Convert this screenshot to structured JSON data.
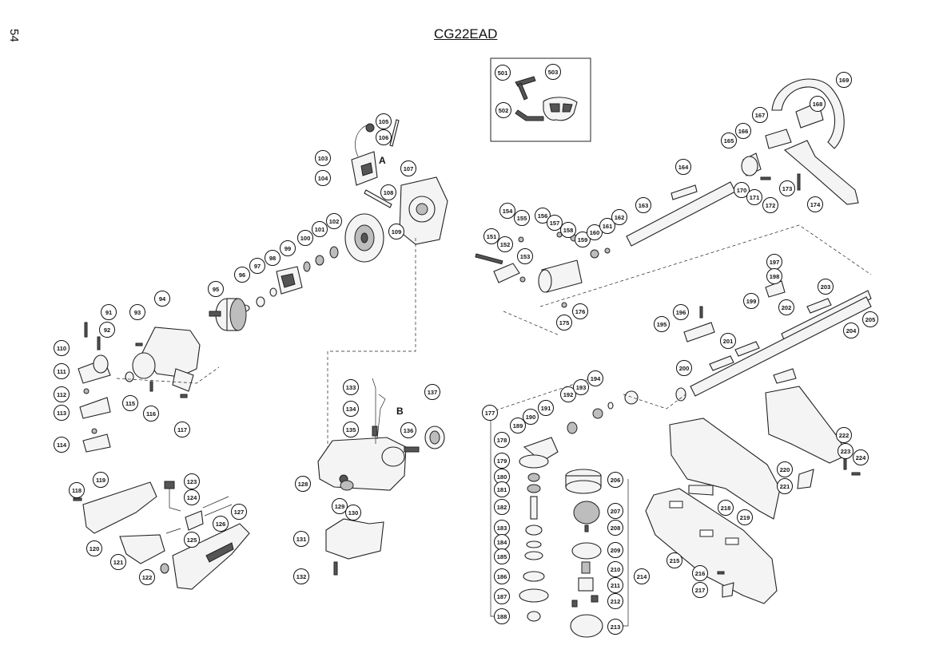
{
  "page": {
    "number": "54",
    "model": "CG22EAD"
  },
  "callout_letters": [
    "A",
    "B"
  ],
  "part_numbers": [
    "91",
    "92",
    "93",
    "94",
    "95",
    "96",
    "97",
    "98",
    "99",
    "100",
    "101",
    "102",
    "103",
    "104",
    "105",
    "106",
    "107",
    "108",
    "109",
    "110",
    "111",
    "112",
    "113",
    "114",
    "115",
    "116",
    "117",
    "118",
    "119",
    "120",
    "121",
    "122",
    "123",
    "124",
    "125",
    "126",
    "127",
    "128",
    "129",
    "130",
    "131",
    "132",
    "133",
    "134",
    "135",
    "136",
    "137",
    "151",
    "152",
    "153",
    "154",
    "155",
    "156",
    "157",
    "158",
    "159",
    "160",
    "161",
    "162",
    "163",
    "164",
    "165",
    "166",
    "167",
    "168",
    "169",
    "170",
    "171",
    "172",
    "173",
    "174",
    "175",
    "176",
    "177",
    "178",
    "179",
    "180",
    "181",
    "182",
    "183",
    "184",
    "185",
    "186",
    "187",
    "188",
    "189",
    "190",
    "191",
    "192",
    "193",
    "194",
    "195",
    "196",
    "197",
    "198",
    "199",
    "200",
    "201",
    "202",
    "203",
    "204",
    "205",
    "206",
    "207",
    "208",
    "209",
    "210",
    "211",
    "212",
    "213",
    "214",
    "215",
    "216",
    "217",
    "218",
    "219",
    "220",
    "221",
    "222",
    "223",
    "224",
    "501",
    "502",
    "503"
  ]
}
